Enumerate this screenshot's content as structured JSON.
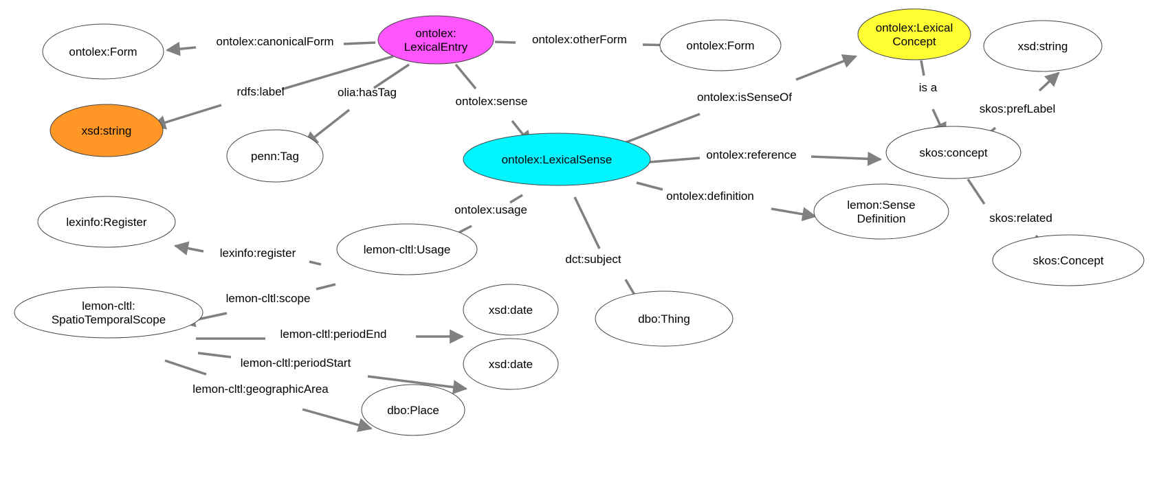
{
  "colors": {
    "edge": "#808080",
    "default_node_fill": "#ffffff",
    "lexical_entry_fill": "#ff55ff",
    "lexical_sense_fill": "#00f5ff",
    "lexical_concept_fill": "#ffff33",
    "label_literal_fill": "#ff9626"
  },
  "nodes": [
    {
      "id": "lexical-entry",
      "lines": [
        "ontolex:",
        "LexicalEntry"
      ],
      "color": "#ff55ff"
    },
    {
      "id": "form-canonical",
      "lines": [
        "ontolex:Form"
      ],
      "color": "#ffffff"
    },
    {
      "id": "form-other",
      "lines": [
        "ontolex:Form"
      ],
      "color": "#ffffff"
    },
    {
      "id": "lexical-concept",
      "lines": [
        "ontolex:Lexical",
        "Concept"
      ],
      "color": "#ffff33"
    },
    {
      "id": "xsd-string-pref",
      "lines": [
        "xsd:string"
      ],
      "color": "#ffffff"
    },
    {
      "id": "xsd-string-label",
      "lines": [
        "xsd:string"
      ],
      "color": "#ff9626"
    },
    {
      "id": "penn-tag",
      "lines": [
        "penn:Tag"
      ],
      "color": "#ffffff"
    },
    {
      "id": "lexical-sense",
      "lines": [
        "ontolex:LexicalSense"
      ],
      "color": "#00f5ff"
    },
    {
      "id": "skos-concept-lower",
      "lines": [
        "skos:concept"
      ],
      "color": "#ffffff"
    },
    {
      "id": "lemon-sense-definition",
      "lines": [
        "lemon:Sense",
        "Definition"
      ],
      "color": "#ffffff"
    },
    {
      "id": "skos-concept-related",
      "lines": [
        "skos:Concept"
      ],
      "color": "#ffffff"
    },
    {
      "id": "lexinfo-register",
      "lines": [
        "lexinfo:Register"
      ],
      "color": "#ffffff"
    },
    {
      "id": "usage",
      "lines": [
        "lemon-cltl:Usage"
      ],
      "color": "#ffffff"
    },
    {
      "id": "spatiotemporal-scope",
      "lines": [
        "lemon-cltl:",
        "SpatioTemporalScope"
      ],
      "color": "#ffffff"
    },
    {
      "id": "xsd-date-end",
      "lines": [
        "xsd:date"
      ],
      "color": "#ffffff"
    },
    {
      "id": "xsd-date-start",
      "lines": [
        "xsd:date"
      ],
      "color": "#ffffff"
    },
    {
      "id": "dbo-thing",
      "lines": [
        "dbo:Thing"
      ],
      "color": "#ffffff"
    },
    {
      "id": "dbo-place",
      "lines": [
        "dbo:Place"
      ],
      "color": "#ffffff"
    }
  ],
  "edges": [
    {
      "id": "canonical-form",
      "label": "ontolex:canonicalForm"
    },
    {
      "id": "other-form",
      "label": "ontolex:otherForm"
    },
    {
      "id": "rdfs-label",
      "label": "rdfs:label"
    },
    {
      "id": "has-tag",
      "label": "olia:hasTag"
    },
    {
      "id": "sense",
      "label": "ontolex:sense"
    },
    {
      "id": "is-sense-of",
      "label": "ontolex:isSenseOf"
    },
    {
      "id": "is-a",
      "label": "is a"
    },
    {
      "id": "pref-label",
      "label": "skos:prefLabel"
    },
    {
      "id": "reference",
      "label": "ontolex:reference"
    },
    {
      "id": "related",
      "label": "skos:related"
    },
    {
      "id": "definition",
      "label": "ontolex:definition"
    },
    {
      "id": "usage-edge",
      "label": "ontolex:usage"
    },
    {
      "id": "subject",
      "label": "dct:subject"
    },
    {
      "id": "register",
      "label": "lexinfo:register"
    },
    {
      "id": "scope",
      "label": "lemon-cltl:scope"
    },
    {
      "id": "period-end",
      "label": "lemon-cltl:periodEnd"
    },
    {
      "id": "period-start",
      "label": "lemon-cltl:periodStart"
    },
    {
      "id": "geographic-area",
      "label": "lemon-cltl:geographicArea"
    }
  ]
}
